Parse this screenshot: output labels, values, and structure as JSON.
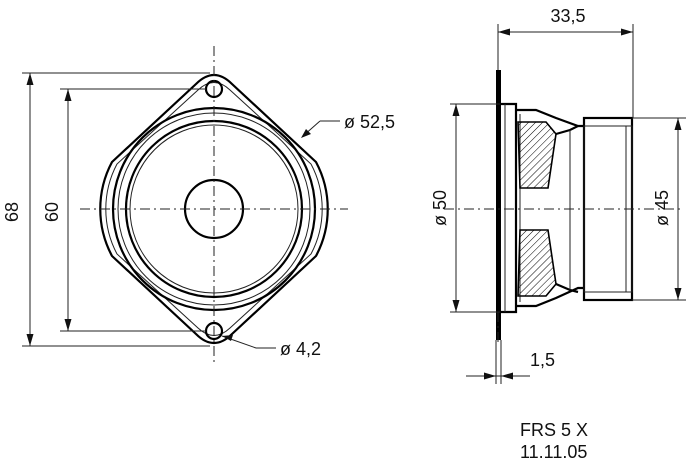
{
  "front_view": {
    "height_outer": "68",
    "height_holes": "60",
    "diameter_frame": "ø 52,5",
    "diameter_hole": "ø 4,2"
  },
  "side_view": {
    "depth": "33,5",
    "diameter_front": "ø 50",
    "diameter_magnet": "ø 45",
    "flange": "1,5"
  },
  "caption": {
    "model": "FRS 5 X",
    "date": "11.11.05"
  }
}
